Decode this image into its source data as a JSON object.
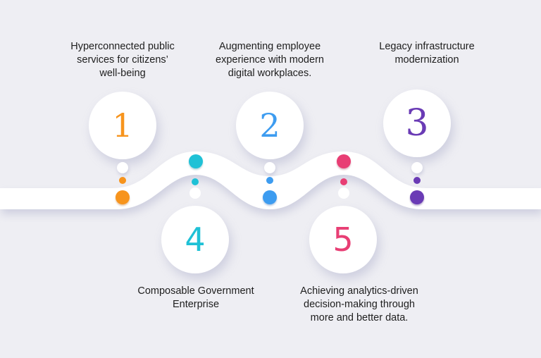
{
  "diagram": {
    "type": "timeline-roadmap",
    "background": "#eeeef3",
    "steps": [
      {
        "number": "1",
        "label": "Hyperconnected public services for citizens’ well-being",
        "lines": "Hyperconnected public\nservices for citizens’\nwell-being",
        "color": "#f7941d",
        "position": "top"
      },
      {
        "number": "2",
        "label": "Augmenting employee experience with modern digital workplaces.",
        "lines": "Augmenting employee\nexperience with modern\ndigital workplaces.",
        "color": "#3d9cf0",
        "position": "top"
      },
      {
        "number": "3",
        "label": "Legacy infrastructure modernization",
        "lines": "Legacy infrastructure\nmodernization",
        "color": "#6a3bb5",
        "position": "top"
      },
      {
        "number": "4",
        "label": "Composable Government Enterprise",
        "lines": "Composable Government\nEnterprise",
        "color": "#1fc1d6",
        "position": "bottom"
      },
      {
        "number": "5",
        "label": "Achieving analytics-driven decision-making through more and better data.",
        "lines": "Achieving analytics-driven\ndecision-making through\nmore and better data.",
        "color": "#e83e74",
        "position": "bottom"
      }
    ]
  }
}
